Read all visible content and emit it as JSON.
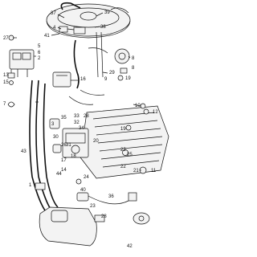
{
  "callouts": [
    "37",
    "39",
    "4",
    "41",
    "38",
    "5",
    "6",
    "2",
    "27",
    "7",
    "13",
    "15",
    "8",
    "8",
    "19",
    "29",
    "9",
    "16",
    "3",
    "35",
    "33",
    "28",
    "32",
    "34",
    "30",
    "10",
    "12",
    "19",
    "20",
    "26",
    "31",
    "17",
    "14",
    "18",
    "22",
    "25",
    "22",
    "21",
    "11",
    "24",
    "40",
    "1",
    "44",
    "36",
    "23",
    "43",
    "28",
    "42"
  ]
}
